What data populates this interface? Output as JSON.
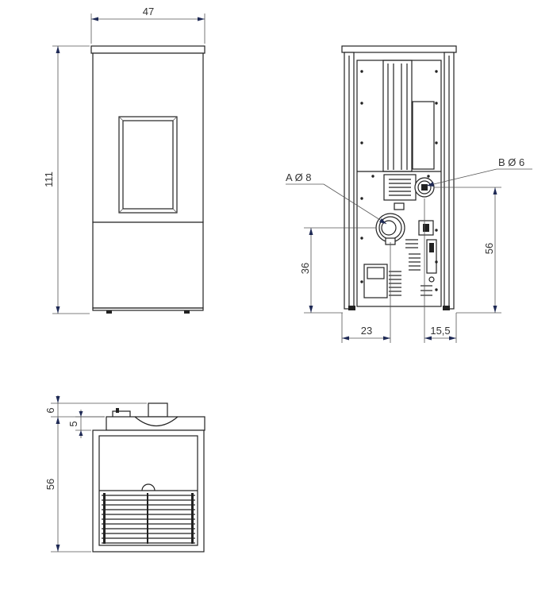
{
  "front_view": {
    "width_label": "47",
    "height_label": "111"
  },
  "rear_view": {
    "outlet_a_label": "A Ø 8",
    "outlet_b_label": "B Ø 6",
    "height_a_label": "36",
    "height_b_label": "56",
    "offset_left_label": "23",
    "offset_right_label": "15,5"
  },
  "top_view": {
    "offset1_label": "6",
    "offset2_label": "5",
    "depth_label": "56"
  },
  "colors": {
    "line": "#222222",
    "dimension_arrow": "#1f2a55",
    "dimension_text": "#333333"
  }
}
